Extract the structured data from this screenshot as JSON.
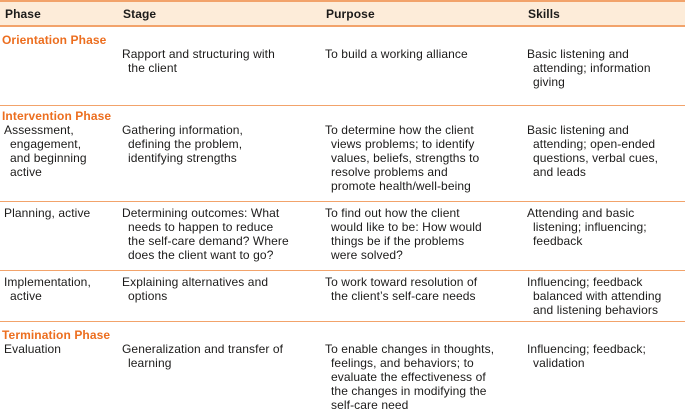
{
  "colors": {
    "rule_orange": "#f2a36b",
    "heading_orange": "#ec6e1f",
    "header_bg": "#fdecd9",
    "text": "#1c1b1a"
  },
  "table": {
    "columns": [
      {
        "label": "Phase"
      },
      {
        "label": "Stage"
      },
      {
        "label": "Purpose"
      },
      {
        "label": "Skills"
      }
    ],
    "sections": [
      {
        "heading": "Orientation Phase",
        "rows": [
          {
            "phase": "",
            "stage": "Rapport and structuring with\nthe client",
            "purpose": "To build a working alliance",
            "skills": "Basic listening and\nattending; information\ngiving"
          }
        ]
      },
      {
        "heading": "Intervention Phase",
        "rows": [
          {
            "phase": "Assessment,\nengagement,\nand beginning\nactive",
            "stage": "Gathering information,\ndefining the problem,\nidentifying strengths",
            "purpose": "To determine how the client\nviews problems; to identify\nvalues, beliefs, strengths to\nresolve problems and\npromote health/well-being",
            "skills": "Basic listening and\nattending; open-ended\nquestions, verbal cues,\nand leads"
          },
          {
            "phase": "Planning, active",
            "stage": "Determining outcomes: What\nneeds to happen to reduce\nthe self-care demand? Where\ndoes the client want to go?",
            "purpose": "To find out how the client\nwould like to be: How would\nthings be if the problems\nwere solved?",
            "skills": "Attending and basic\nlistening; influencing;\nfeedback"
          },
          {
            "phase": "Implementation,\nactive",
            "stage": "Explaining alternatives and\noptions",
            "purpose": "To work toward resolution of\nthe client’s self-care needs",
            "skills": "Influencing; feedback\nbalanced with attending\nand listening behaviors"
          }
        ]
      },
      {
        "heading": "Termination Phase",
        "rows": [
          {
            "phase": "Evaluation",
            "stage": "Generalization and transfer of\nlearning",
            "purpose": "To enable changes in thoughts,\nfeelings, and behaviors; to\nevaluate the effectiveness of\nthe changes in modifying the\nself-care need",
            "skills": "Influencing; feedback;\nvalidation"
          }
        ]
      }
    ]
  }
}
